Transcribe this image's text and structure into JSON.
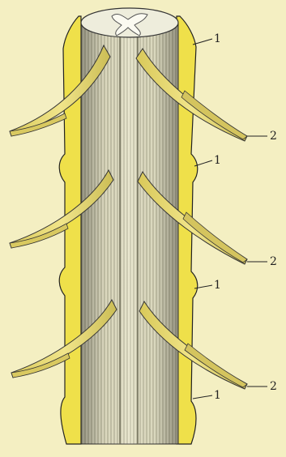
{
  "figure": {
    "labels": [
      {
        "id": "ligament-label-top",
        "text": "1"
      },
      {
        "id": "nerve-root-label-top",
        "text": "2"
      },
      {
        "id": "ligament-label-upper-mid",
        "text": "1"
      },
      {
        "id": "nerve-root-label-mid",
        "text": "2"
      },
      {
        "id": "ligament-label-lower-mid",
        "text": "1"
      },
      {
        "id": "nerve-root-label-bottom",
        "text": "2"
      },
      {
        "id": "ligament-label-bottom",
        "text": "1"
      }
    ]
  },
  "colors": {
    "background": "#f4efc2",
    "cord_light": "#e6e2c4",
    "cord_shadow": "#b9b69a",
    "ligament_yellow": "#efe04a",
    "ligament_edge": "#222222",
    "nerve_yellow": "#e3d36a"
  }
}
